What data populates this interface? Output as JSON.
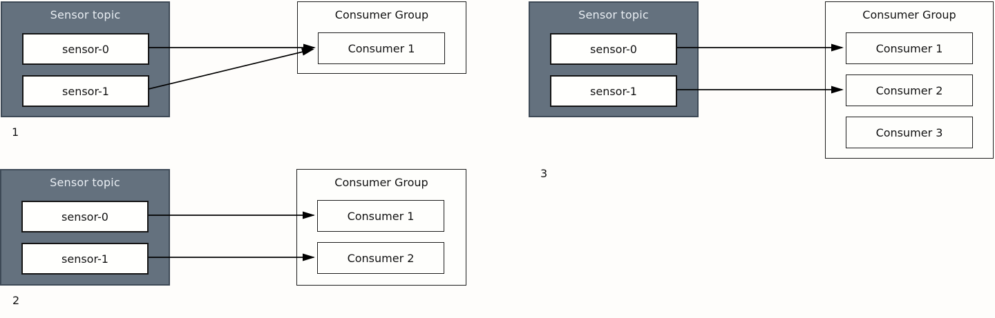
{
  "colors": {
    "topic_fill": "#64717e",
    "topic_border": "#3d4956",
    "topic_title_text": "#e9eef3",
    "box_fill": "#fffffd",
    "box_border": "#141414",
    "arrow": "#000000",
    "background": "#fefdfb"
  },
  "diagrams": [
    {
      "label": "1",
      "topic": {
        "title": "Sensor topic",
        "partitions": [
          "sensor-0",
          "sensor-1"
        ]
      },
      "group": {
        "title": "Consumer Group",
        "consumers": [
          "Consumer 1"
        ]
      },
      "connections": [
        {
          "from": "sensor-0",
          "to": "Consumer 1"
        },
        {
          "from": "sensor-1",
          "to": "Consumer 1"
        }
      ]
    },
    {
      "label": "2",
      "topic": {
        "title": "Sensor topic",
        "partitions": [
          "sensor-0",
          "sensor-1"
        ]
      },
      "group": {
        "title": "Consumer Group",
        "consumers": [
          "Consumer 1",
          "Consumer 2"
        ]
      },
      "connections": [
        {
          "from": "sensor-0",
          "to": "Consumer 1"
        },
        {
          "from": "sensor-1",
          "to": "Consumer 2"
        }
      ]
    },
    {
      "label": "3",
      "topic": {
        "title": "Sensor topic",
        "partitions": [
          "sensor-0",
          "sensor-1"
        ]
      },
      "group": {
        "title": "Consumer Group",
        "consumers": [
          "Consumer 1",
          "Consumer 2",
          "Consumer 3"
        ]
      },
      "connections": [
        {
          "from": "sensor-0",
          "to": "Consumer 1"
        },
        {
          "from": "sensor-1",
          "to": "Consumer 2"
        }
      ]
    }
  ]
}
